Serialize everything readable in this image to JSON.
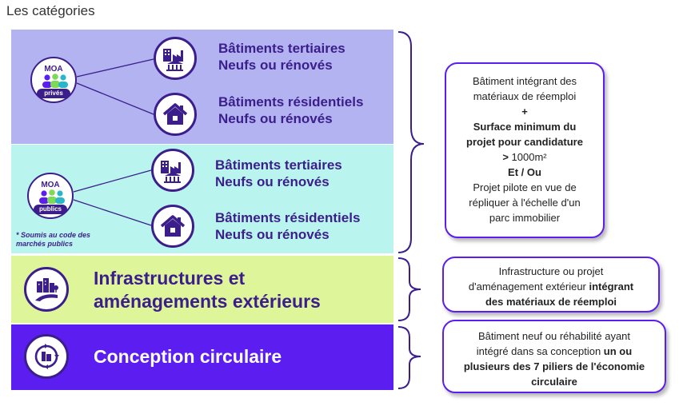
{
  "title": "Les catégories",
  "private": {
    "moa": "MOA",
    "group": "privés",
    "items": [
      {
        "icon": "buildings-factory-icon",
        "line1": "Bâtiments tertiaires",
        "line2": "Neufs ou rénovés"
      },
      {
        "icon": "house-icon",
        "line1": "Bâtiments résidentiels",
        "line2": "Neufs ou rénovés"
      }
    ]
  },
  "public": {
    "moa": "MOA",
    "group": "publics",
    "items": [
      {
        "icon": "buildings-factory-icon",
        "line1": "Bâtiments tertiaires",
        "line2": "Neufs ou rénovés"
      },
      {
        "icon": "house-icon",
        "line1": "Bâtiments résidentiels",
        "line2": "Neufs ou rénovés"
      }
    ],
    "note_line1": "* Soumis au code des",
    "note_line2": "marchés publics"
  },
  "infra": {
    "icon": "city-road-icon",
    "line1": "Infrastructures et",
    "line2": "aménagements extérieurs"
  },
  "circular": {
    "icon": "circular-building-icon",
    "label": "Conception circulaire"
  },
  "cards": {
    "buildings": {
      "line1": "Bâtiment intégrant des",
      "line2": "matériaux de réemploi",
      "plus": "+",
      "bold1": "Surface minimum du",
      "bold2": "projet pour candidature",
      "gt": ">",
      "area": " 1000m²",
      "etou": "Et / Ou",
      "line3": "Projet pilote en vue de",
      "line4": "répliquer à l'échelle d'un",
      "line5": "parc immobilier"
    },
    "infra": {
      "line1": "Infrastructure ou projet",
      "line2": "d'aménagement extérieur ",
      "line2_bold": "intégrant",
      "line3_bold": "des matériaux de réemploi"
    },
    "circular": {
      "line1": "Bâtiment neuf ou réhabilité ayant",
      "line2": "intégré dans sa conception ",
      "line2_bold": "un ou",
      "line3_bold": "plusieurs des 7 piliers de l'économie",
      "line4_bold": "circulaire"
    }
  },
  "colors": {
    "private_band": "#b2b3f0",
    "public_band": "#b9f5ee",
    "infra_band": "#dff59a",
    "circular_band": "#5b1df0",
    "accent": "#3b1e8c",
    "card_border": "#5b1df0"
  }
}
